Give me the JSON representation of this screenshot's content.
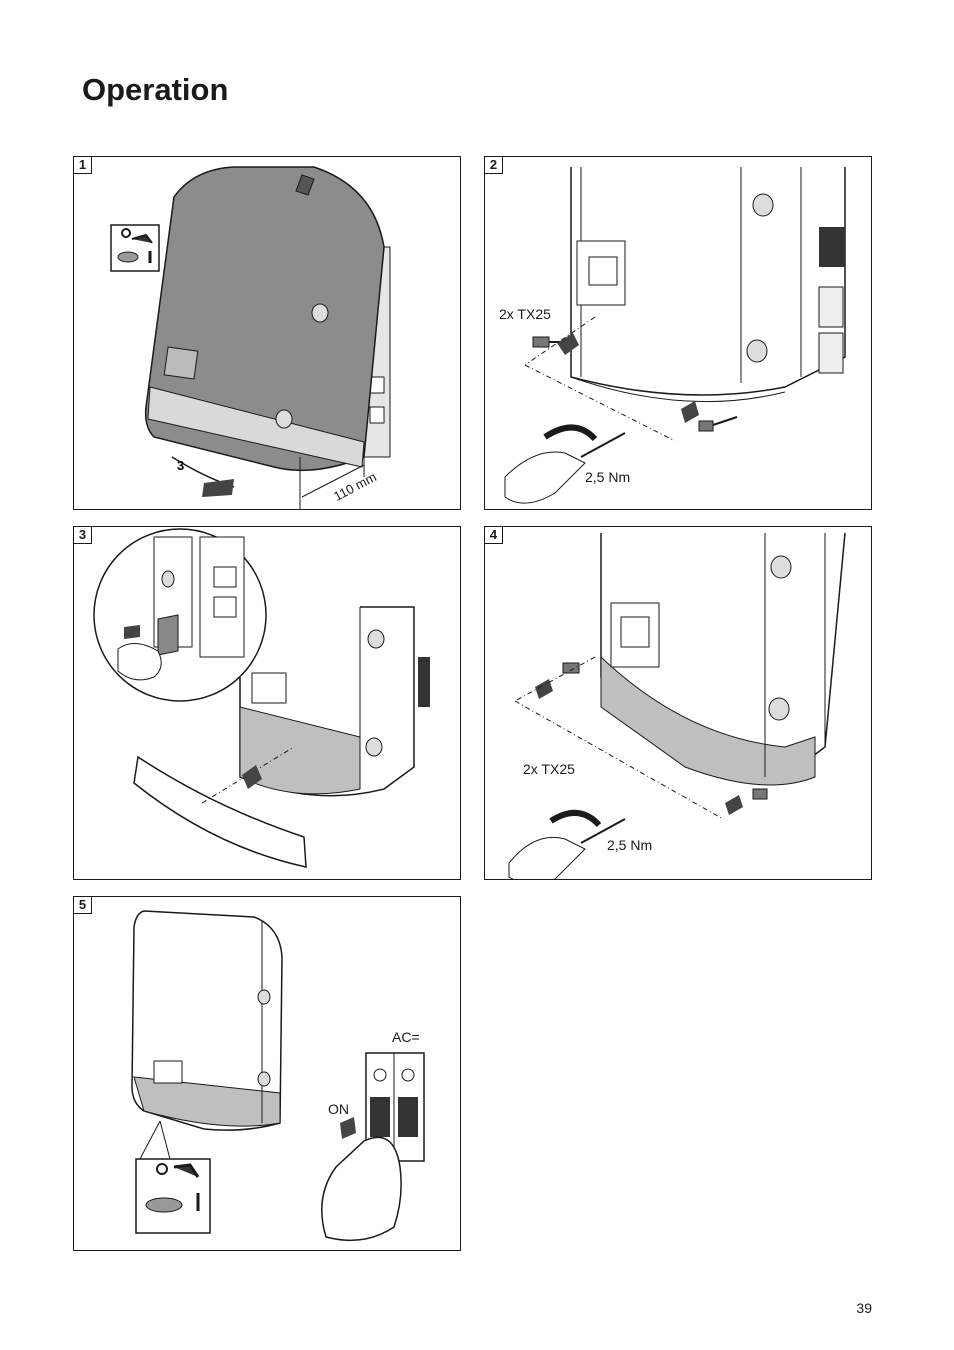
{
  "page": {
    "title": "Operation",
    "page_number": "39"
  },
  "panels": [
    {
      "number": "1",
      "labels": {
        "dimension": "110 mm"
      }
    },
    {
      "number": "2",
      "labels": {
        "screws": "2x TX25",
        "torque": "2,5 Nm"
      }
    },
    {
      "number": "3",
      "labels": {}
    },
    {
      "number": "4",
      "labels": {
        "screws": "2x TX25",
        "torque": "2,5 Nm"
      }
    },
    {
      "number": "5",
      "labels": {
        "breaker": "AC=",
        "state": "ON"
      }
    }
  ],
  "icons": [
    "dc-switch-icon",
    "inverter-illustration",
    "screw-icon",
    "screwdriver-icon",
    "step-arrow-icon",
    "circuit-breaker-icon",
    "hand-icon"
  ],
  "colors": {
    "line": "#1a1a1a",
    "device_fill": "#8c8c8c",
    "light_fill": "#d9d9d9"
  }
}
